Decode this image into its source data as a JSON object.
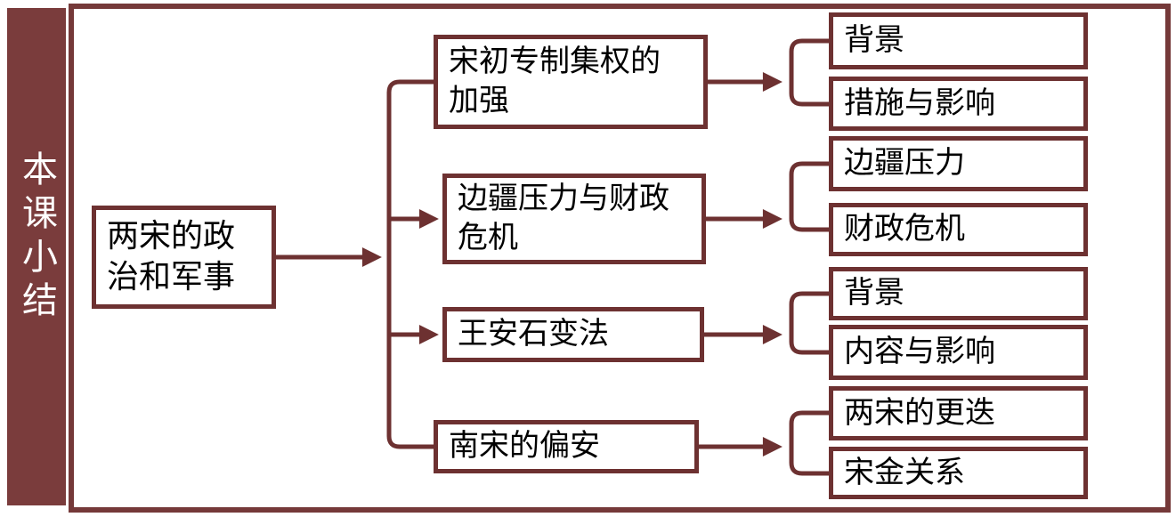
{
  "sidebar": {
    "title": "本课小结",
    "bg_color": "#7a3c3c",
    "text_color": "#ffffff"
  },
  "diagram": {
    "accent_color": "#6d3131",
    "frame_color": "#753939",
    "node_text_color": "#000000",
    "root": {
      "label": "两宋的政治和军事"
    },
    "branches": [
      {
        "label": "宋初专制集权的加强",
        "children": [
          {
            "label": "背景"
          },
          {
            "label": "措施与影响"
          }
        ]
      },
      {
        "label": "边疆压力与财政危机",
        "children": [
          {
            "label": "边疆压力"
          },
          {
            "label": "财政危机"
          }
        ]
      },
      {
        "label": "王安石变法",
        "children": [
          {
            "label": "背景"
          },
          {
            "label": "内容与影响"
          }
        ]
      },
      {
        "label": "南宋的偏安",
        "children": [
          {
            "label": "两宋的更迭"
          },
          {
            "label": "宋金关系"
          }
        ]
      }
    ]
  }
}
